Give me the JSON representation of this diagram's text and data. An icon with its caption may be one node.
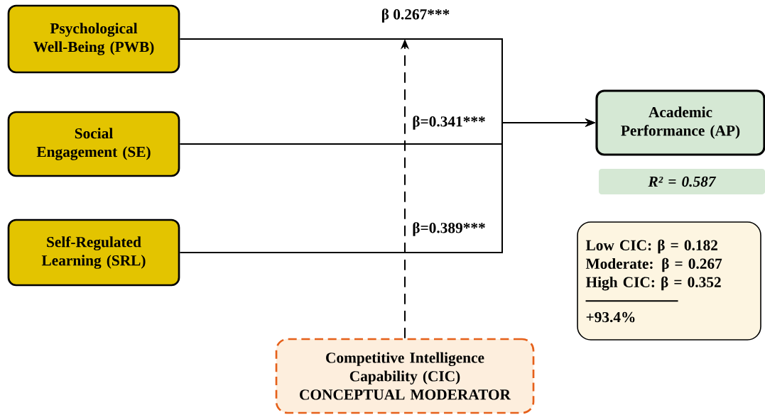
{
  "diagram": {
    "nodes": [
      {
        "text": [
          "Psychological Well-Being (PWB)"
        ]
      },
      {
        "text": [
          "Social Engagement (SE)"
        ]
      },
      {
        "text": [
          "Self-Regulated Learning (SRL)"
        ]
      },
      {
        "text": [
          "Academic Performance (AP)"
        ]
      },
      {
        "text": [
          "R² = 0.587"
        ]
      },
      {
        "text": [
          "Low CIC: β = 0.182",
          "Moderate: β = 0.267",
          "High CIC: β = 0.352",
          "+93.4%"
        ]
      },
      {
        "text": [
          "Competitive Intelligence Capability (CIC)",
          "CONCEPTUAL MODERATOR"
        ]
      }
    ],
    "edges": [
      {
        "from": 0,
        "to": 3,
        "arrow": "to",
        "label": "β 0.267***"
      },
      {
        "from": 1,
        "to": 3,
        "arrow": "to",
        "label": "β=0.341***"
      },
      {
        "from": 2,
        "to": 3,
        "arrow": "to",
        "label": "β=0.389***"
      },
      {
        "from": 6,
        "to": null,
        "arrow": "to",
        "style": "dashed"
      }
    ]
  }
}
